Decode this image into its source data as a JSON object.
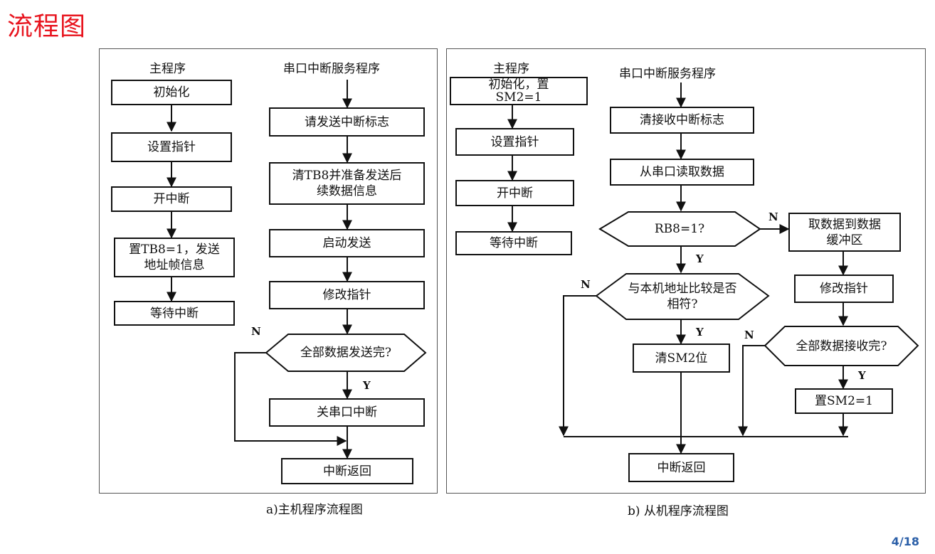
{
  "slide_title": "流程图",
  "page_number": "4/18",
  "master": {
    "main_heading": "主程序",
    "isr_heading": "串口中断服务程序",
    "main_steps": [
      "初始化",
      "设置指针",
      "开中断",
      "置TB8=1，发送地址帧信息",
      "等待中断"
    ],
    "isr_steps": [
      "请发送中断标志",
      "清TB8并准备发送后续数据信息",
      "启动发送",
      "修改指针"
    ],
    "decision": "全部数据发送完?",
    "close": "关串口中断",
    "ret": "中断返回",
    "yes": "Y",
    "no": "N",
    "caption": "a)主机程序流程图"
  },
  "slave": {
    "main_heading": "主程序",
    "isr_heading": "串口中断服务程序",
    "main_steps": [
      "初始化，置SM2=1",
      "设置指针",
      "开中断",
      "等待中断"
    ],
    "isr_steps": [
      "清接收中断标志",
      "从串口读取数据"
    ],
    "dec1": "RB8=1?",
    "dec2": "与本机地址比较是否相符?",
    "clear_sm2": "清SM2位",
    "store": "取数据到数据缓冲区",
    "modify": "修改指针",
    "dec3": "全部数据接收完?",
    "set_sm2": "置SM2=1",
    "ret": "中断返回",
    "yes": "Y",
    "no": "N",
    "caption": "b) 从机程序流程图"
  }
}
